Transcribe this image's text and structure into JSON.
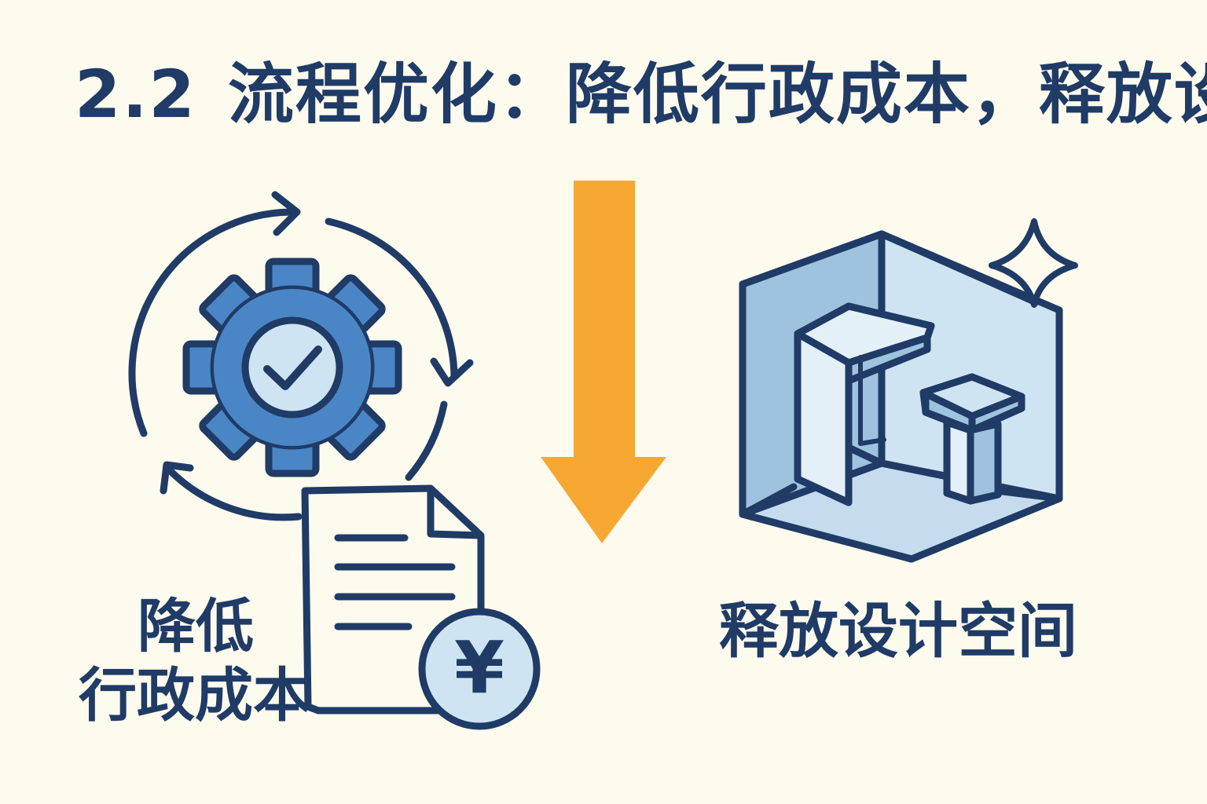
{
  "title": {
    "number": "2.2",
    "text": "流程优化：降低行政成本，释放设"
  },
  "left_caption": {
    "line1": "降低",
    "line2": "行政成本"
  },
  "right_caption": "释放设计空间",
  "icons": {
    "left": [
      "cycle-arrows-icon",
      "gear-check-icon",
      "document-icon",
      "yen-coin-icon"
    ],
    "center": "down-arrow-icon",
    "right": [
      "room-3d-icon",
      "sparkle-icon"
    ]
  },
  "colors": {
    "background": "#fdfaee",
    "ink": "#1f3b66",
    "gear_blue": "#4a86c5",
    "light_blue": "#cfe4f2",
    "arrow_orange": "#f7a833"
  },
  "coin_symbol": "¥"
}
